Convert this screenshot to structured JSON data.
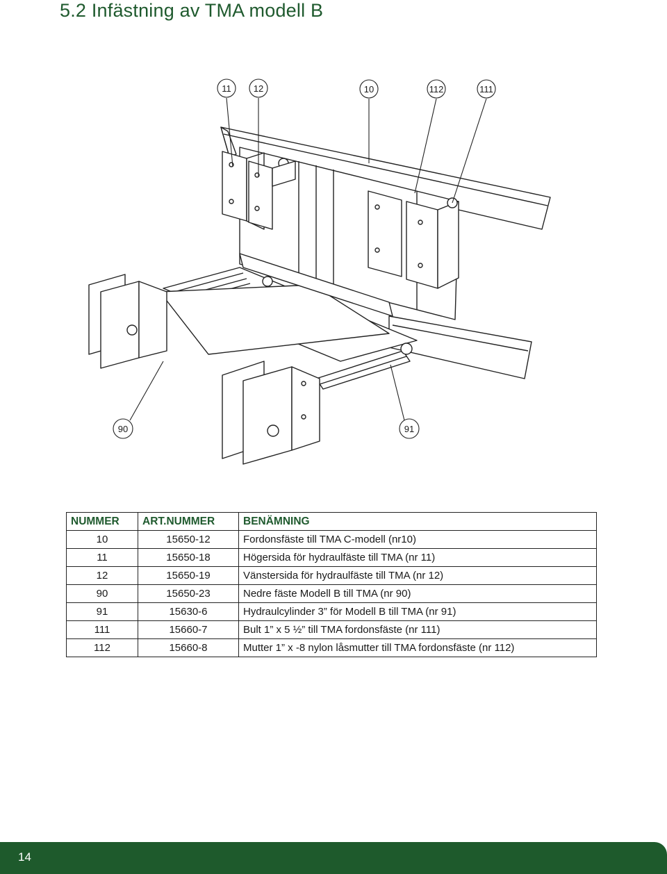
{
  "page": {
    "title": "5.2 Infästning av TMA modell B",
    "page_number": "14"
  },
  "callouts": {
    "c11": "11",
    "c12": "12",
    "c10": "10",
    "c112": "112",
    "c111": "111",
    "c90": "90",
    "c91": "91"
  },
  "table": {
    "headers": [
      "NUMMER",
      "ART.NUMMER",
      "BENÄMNING"
    ],
    "rows": [
      [
        "10",
        "15650-12",
        "Fordonsfäste till TMA C-modell (nr10)"
      ],
      [
        "11",
        "15650-18",
        "Högersida för hydraulfäste till TMA (nr 11)"
      ],
      [
        "12",
        "15650-19",
        "Vänstersida för hydraulfäste till TMA (nr 12)"
      ],
      [
        "90",
        "15650-23",
        "Nedre fäste Modell B till TMA (nr 90)"
      ],
      [
        "91",
        "15630-6",
        "Hydraulcylinder 3” för Modell B till TMA (nr 91)"
      ],
      [
        "111",
        "15660-7",
        "Bult 1” x 5 ½” till TMA fordonsfäste (nr 111)"
      ],
      [
        "112",
        "15660-8",
        "Mutter 1” x -8 nylon låsmutter till TMA fordonsfäste (nr 112)"
      ]
    ]
  },
  "colors": {
    "accent": "#1f5a2e",
    "footer": "#1e5a2c"
  }
}
